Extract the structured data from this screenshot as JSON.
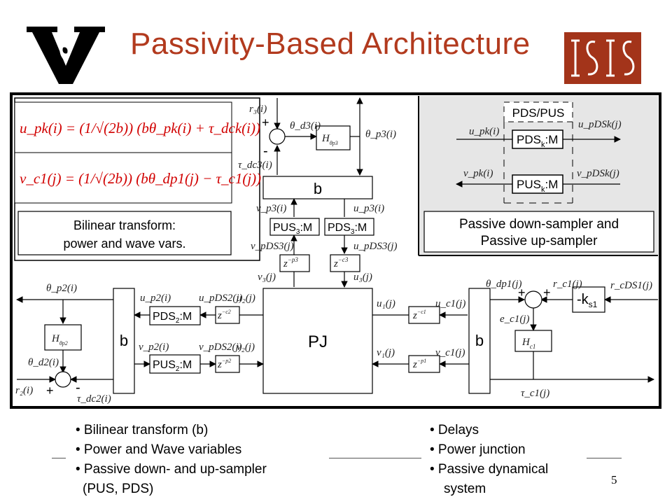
{
  "title": "Passivity-Based Architecture",
  "slide_number": "5",
  "colors": {
    "title": "#b23a1e",
    "equation": "#d10000",
    "logo_isis": "#a3341a",
    "panel_gray": "#e6e6e6"
  },
  "logos": {
    "left": "vanderbilt-v-logo",
    "right": "isis-logo",
    "isis_text": "ISIS"
  },
  "equations": {
    "eq1": "u_pk(i) = (1/√(2b)) (bθ_pk(i) + τ_dck(i))",
    "eq2": "v_c1(j) = (1/√(2b)) (bθ_dp1(j) − τ_c1(j))"
  },
  "caption": {
    "line1": "Bilinear transform:",
    "line2": "power and wave vars."
  },
  "inset": {
    "header": "PDS/PUS",
    "pds_block": "PDS",
    "pus_block": "PUS",
    "sub_k": "k",
    "block_suffix": ":M",
    "caption_line1": "Passive down-sampler and",
    "caption_line2": "Passive up-sampler",
    "u_in": "u_pk(i)",
    "u_out": "u_pDSk(j)",
    "v_out": "v_pk(i)",
    "v_in": "v_pDSk(j)"
  },
  "blocks": {
    "b": "b",
    "pj": "PJ",
    "gain_top": "-k",
    "gain_sub": "s1",
    "pus3": "PUS",
    "pds3": "PDS",
    "pds2": "PDS",
    "pus2": "PUS",
    "sub3": "3",
    "sub2": "2",
    "suffix": ":M",
    "h_p3": "H",
    "h_p3_sub": "θp3",
    "h_p2": "H",
    "h_p2_sub": "θp2",
    "h_c1": "H",
    "h_c1_sub": "c1",
    "delay_p3": "z",
    "delay_p3_exp": "−p3",
    "delay_c3": "z",
    "delay_c3_exp": "−c3",
    "delay_c2": "z",
    "delay_c2_exp": "−c2",
    "delay_p2": "z",
    "delay_p2_exp": "−p2",
    "delay_c1": "z",
    "delay_c1_exp": "−c1",
    "delay_p1": "z",
    "delay_p1_exp": "−p1"
  },
  "signs": {
    "plus": "+",
    "minus": "-"
  },
  "signals": {
    "r3": "r₃(i)",
    "theta_d3": "θ_d3(i)",
    "theta_p3": "θ_p3(i)",
    "tau_dc3": "τ_dc3(i)",
    "v_p3": "v_p3(i)",
    "u_p3": "u_p3(i)",
    "v_pDS3": "v_pDS3(j)",
    "u_pDS3": "u_pDS3(j)",
    "v3": "v₃(j)",
    "u3": "u₃(j)",
    "theta_p2": "θ_p2(i)",
    "u_p2": "u_p2(i)",
    "u_pDS2": "u_pDS2(j)",
    "u2": "u₂(j)",
    "v_p2": "v_p2(i)",
    "v_pDS2": "v_pDS2(j)",
    "v2": "v₂(j)",
    "theta_d2": "θ_d2(i)",
    "r2": "r₂(i)",
    "tau_dc2": "τ_dc2(i)",
    "u1": "u₁(j)",
    "u_c1": "u_c1(j)",
    "v1": "v₁(j)",
    "v_c1": "v_c1(j)",
    "theta_dp1": "θ_dp1(j)",
    "r_c1": "r_c1(j)",
    "r_cDS1": "r_cDS1(j)",
    "e_c1": "e_c1(j)",
    "tau_c1": "τ_c1(j)"
  },
  "bullets_left": [
    "• Bilinear transform (b)",
    "• Power and Wave variables",
    "• Passive down- and up-sampler",
    "(PUS, PDS)"
  ],
  "bullets_right": [
    "• Delays",
    "• Power junction",
    "• Passive dynamical",
    "system"
  ]
}
